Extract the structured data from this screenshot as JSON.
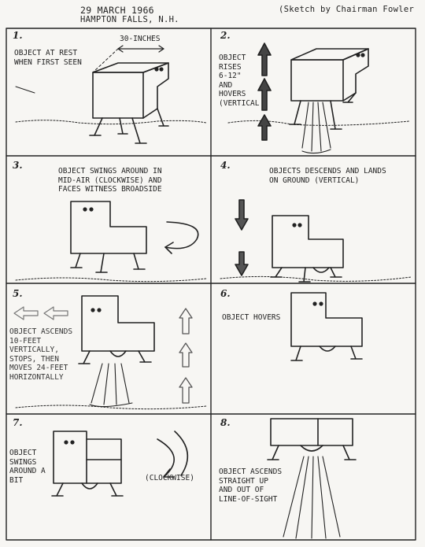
{
  "header": {
    "date": "29 MARCH 1966",
    "place": "HAMPTON FALLS, N.H.",
    "credit": "(Sketch by Chairman Fowler"
  },
  "panels": [
    {
      "number": "1.",
      "lines": [
        "OBJECT AT REST",
        "WHEN FIRST SEEN"
      ],
      "dimension_label": "30-INCHES"
    },
    {
      "number": "2.",
      "lines": [
        "OBJECT",
        "RISES",
        "6-12\"",
        "AND",
        "HOVERS",
        "(VERTICAL"
      ]
    },
    {
      "number": "3.",
      "lines": [
        "OBJECT SWINGS AROUND IN",
        "MID-AIR (CLOCKWISE) AND",
        "FACES WITNESS BROADSIDE"
      ]
    },
    {
      "number": "4.",
      "lines": [
        "OBJECTS DESCENDS AND LANDS",
        "ON GROUND (VERTICAL)"
      ]
    },
    {
      "number": "5.",
      "lines": [
        "OBJECT ASCENDS",
        "10-FEET",
        "VERTICALLY,",
        "STOPS, THEN",
        "MOVES 24-FEET",
        "HORIZONTALLY"
      ]
    },
    {
      "number": "6.",
      "lines": [
        "OBJECT HOVERS"
      ]
    },
    {
      "number": "7.",
      "lines": [
        "OBJECT",
        "SWINGS",
        "AROUND A",
        "BIT"
      ],
      "extra_label": "(CLOCKWISE)"
    },
    {
      "number": "8.",
      "lines": [
        "OBJECT ASCENDS",
        "STRAIGHT UP",
        "AND OUT OF",
        "LINE-OF-SIGHT"
      ]
    }
  ]
}
